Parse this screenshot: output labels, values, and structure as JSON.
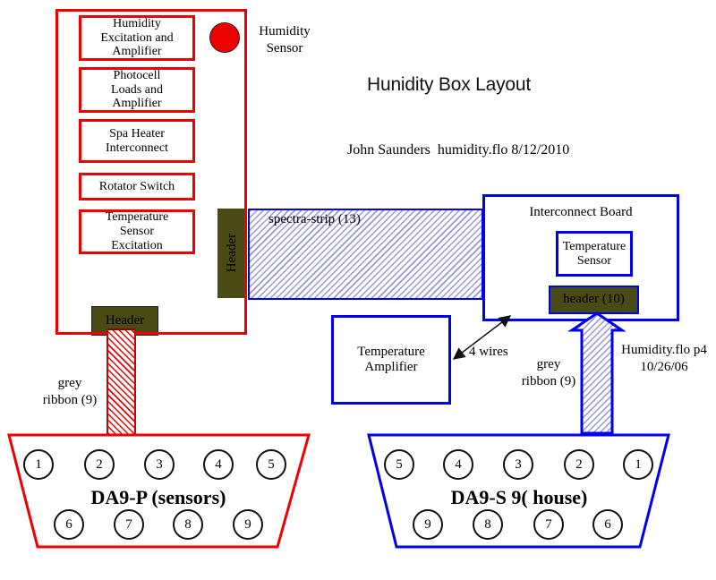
{
  "title": "Hunidity Box Layout",
  "byline": "John Saunders  humidity.flo 8/12/2010",
  "sensor_box": {
    "modules": [
      {
        "label": "Humidity\nExcitation and\nAmplifier"
      },
      {
        "label": "Photocell\nLoads and\nAmplifier"
      },
      {
        "label": "Spa Heater\nInterconnect"
      },
      {
        "label": "Rotator Switch"
      },
      {
        "label": "Temperature\nSensor\nExcitation"
      }
    ],
    "header_label": "Header",
    "bottom_header_label": "Header"
  },
  "humidity_sensor_label": "Humidity\nSensor",
  "spectra_strip_label": "spectra-strip (13)",
  "interconnect_board": {
    "label": "Interconnect Board",
    "temperature_sensor_label": "Temperature\nSensor",
    "header_label": "header (10)"
  },
  "temperature_amplifier_label": "Temperature\nAmplifier",
  "four_wires_label": "4 wires",
  "grey_ribbon_left_label": "grey\nribbon (9)",
  "grey_ribbon_right_label": "grey\nribbon (9)",
  "humidity_flo_note": "Humidity.flo p4\n10/26/06",
  "connectors": {
    "da9p": {
      "label": "DA9-P (sensors)",
      "pins_top": [
        "1",
        "2",
        "3",
        "4",
        "5"
      ],
      "pins_bottom": [
        "6",
        "7",
        "8",
        "9"
      ]
    },
    "da9s": {
      "label": "DA9-S 9( house)",
      "pins_top": [
        "5",
        "4",
        "3",
        "2",
        "1"
      ],
      "pins_bottom": [
        "9",
        "8",
        "7",
        "6"
      ]
    }
  },
  "colors": {
    "red": "#ee0000",
    "blue": "#0000ee",
    "olive": "#4a4a15",
    "hatch_blue": "#9898d8"
  }
}
